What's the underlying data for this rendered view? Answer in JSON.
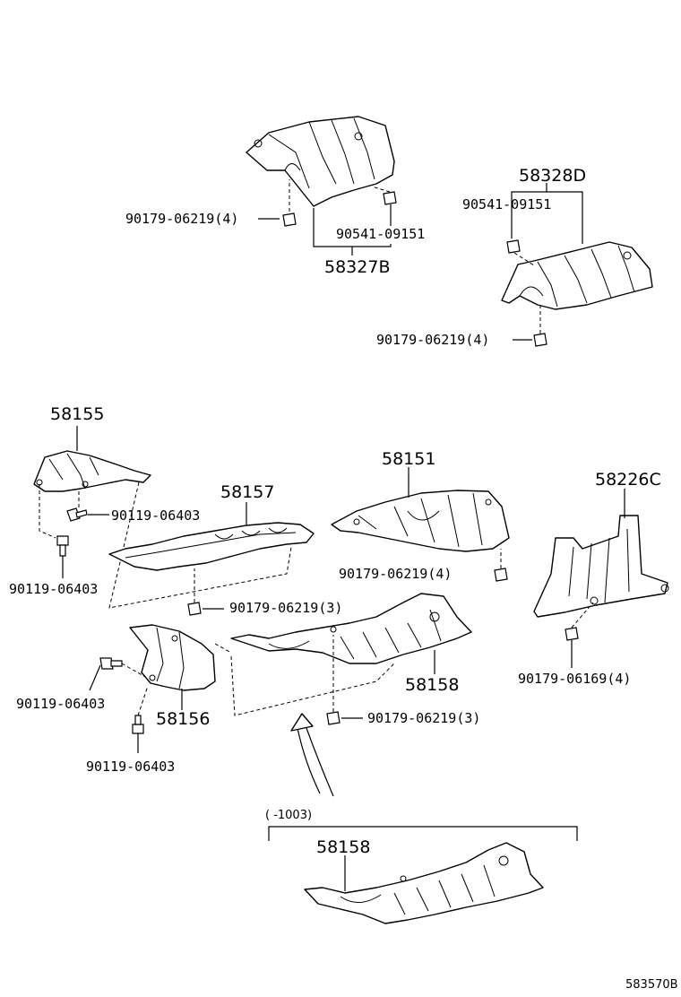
{
  "labels": {
    "p58328D": "58328D",
    "p58327B": "58327B",
    "p58155": "58155",
    "p58151": "58151",
    "p58157": "58157",
    "p58226C": "58226C",
    "p58158a": "58158",
    "p58156": "58156",
    "p58158b": "58158",
    "f_90179_06219_4_a": "90179-06219(4)",
    "f_90541_09151_a": "90541-09151",
    "f_90541_09151_b": "90541-09151",
    "f_90179_06219_4_b": "90179-06219(4)",
    "f_90119_06403_a": "90119-06403",
    "f_90119_06403_b": "90119-06403",
    "f_90179_06219_4_c": "90179-06219(4)",
    "f_90179_06219_3_a": "90179-06219(3)",
    "f_90179_06169_4": "90179-06169(4)",
    "f_90119_06403_c": "90119-06403",
    "f_90179_06219_3_b": "90179-06219(3)",
    "f_90119_06403_d": "90119-06403",
    "date_range": "(    -1003)",
    "diagram_code": "583570B"
  }
}
